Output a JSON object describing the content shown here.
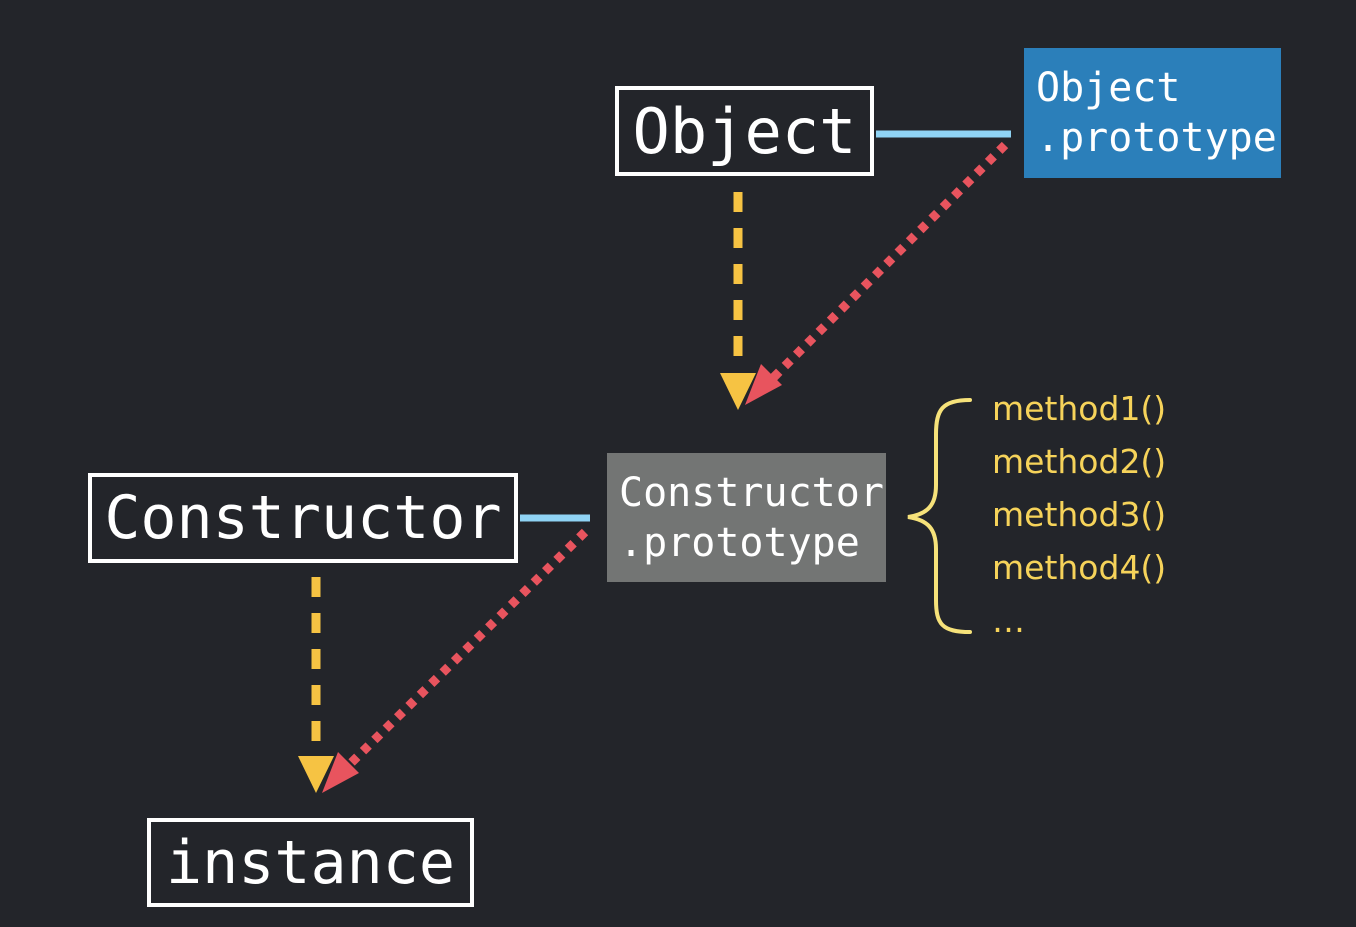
{
  "nodes": {
    "object": {
      "label": "Object"
    },
    "object_prototype": {
      "line1": "Object",
      "line2": ".prototype"
    },
    "constructor_prototype": {
      "line1": "Constructor",
      "line2": ".prototype"
    },
    "constructor": {
      "label": "Constructor"
    },
    "instance": {
      "label": "instance"
    }
  },
  "methods": {
    "items": [
      "method1()",
      "method2()",
      "method3()",
      "method4()",
      "…"
    ]
  },
  "colors": {
    "background": "#23252a",
    "object_prototype_fill": "#2b7fba",
    "constructor_prototype_fill": "#737574",
    "connector_blue": "#8fd3f4",
    "arrow_yellow": "#f6c343",
    "arrow_red": "#e8545e",
    "methods_text": "#f6d35a",
    "brace": "#f6e27a",
    "node_border": "#ffffff"
  }
}
